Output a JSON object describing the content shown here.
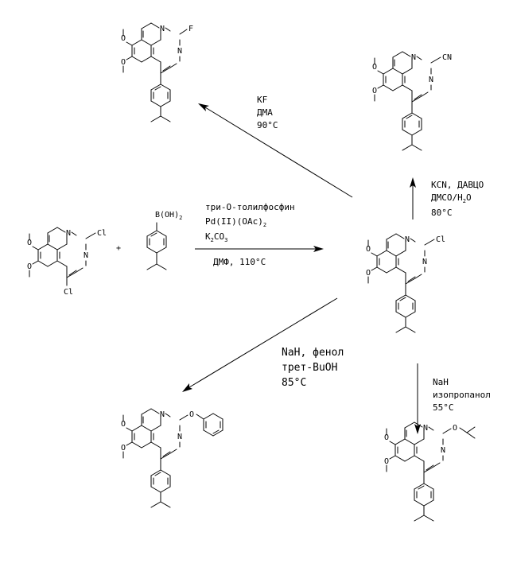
{
  "atoms": {
    "nitrogen": "N",
    "chlorine": "Cl",
    "fluorine": "F",
    "cyano": "CN",
    "boronic_acid": "B(OH)",
    "boronic_sub": "2",
    "plus": "+"
  },
  "reactions": {
    "main": {
      "line1": "три-О-толилфосфин",
      "line2": "Pd(II)(OAc)",
      "line2_sub": "2",
      "line3_a": "K",
      "line3_sub1": "2",
      "line3_b": "CO",
      "line3_sub2": "3",
      "line4": "ДМФ, 110°C"
    },
    "fluoro": {
      "line1": "KF",
      "line2": "ДМА",
      "line3": "90°C"
    },
    "cyano": {
      "line1": "KCN, ДАВЦО",
      "line2_a": "ДМСО/H",
      "line2_sub": "2",
      "line2_b": "O",
      "line3": "80°C"
    },
    "phenoxy": {
      "line1": "NaH, фенол",
      "line2": "трет-BuOH",
      "line3": "85°C"
    },
    "isopropoxy": {
      "line1": "NaH",
      "line2": "изопропанол",
      "line3": "55°C"
    }
  }
}
